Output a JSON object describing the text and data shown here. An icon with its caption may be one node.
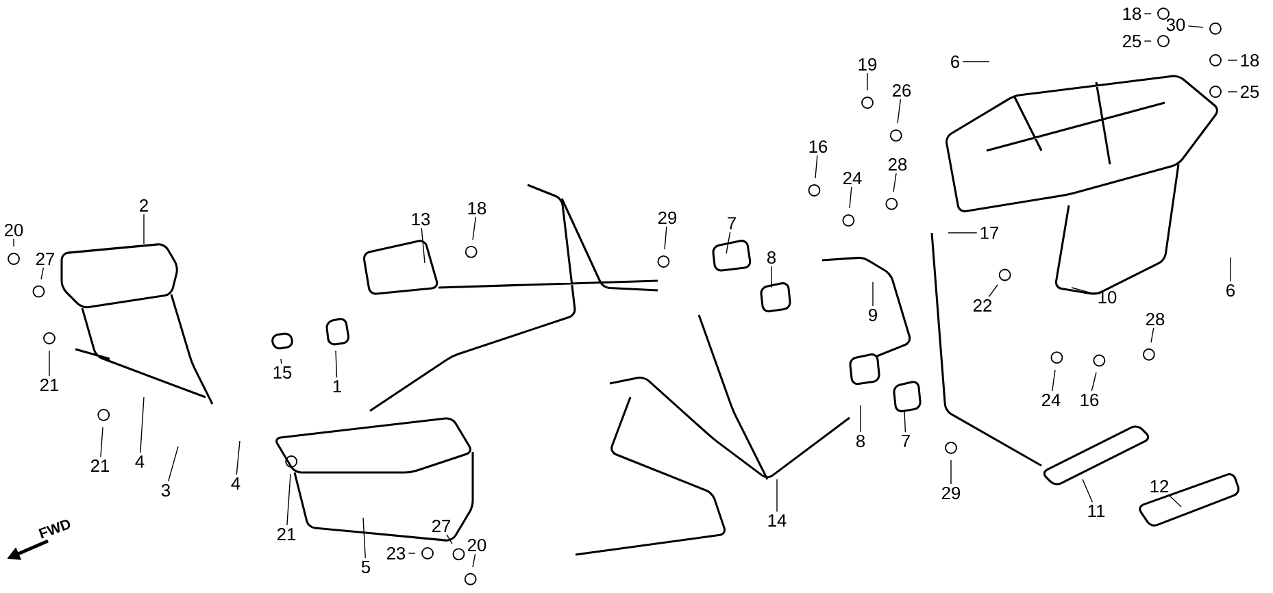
{
  "diagram": {
    "nodes": [
      {
        "text": [
          "18"
        ]
      },
      {
        "text": [
          "30"
        ]
      },
      {
        "text": [
          "25"
        ]
      },
      {
        "text": [
          "6"
        ]
      },
      {
        "text": [
          "19"
        ]
      },
      {
        "text": [
          "18"
        ]
      },
      {
        "text": [
          "26"
        ]
      },
      {
        "text": [
          "25"
        ]
      },
      {
        "text": [
          "16"
        ]
      },
      {
        "text": [
          "28"
        ]
      },
      {
        "text": [
          "24"
        ]
      },
      {
        "text": [
          "2"
        ]
      },
      {
        "text": [
          "18"
        ]
      },
      {
        "text": [
          "29"
        ]
      },
      {
        "text": [
          "13"
        ]
      },
      {
        "text": [
          "7"
        ]
      },
      {
        "text": [
          "17"
        ]
      },
      {
        "text": [
          "20"
        ]
      },
      {
        "text": [
          "8"
        ]
      },
      {
        "text": [
          "27"
        ]
      },
      {
        "text": [
          "6"
        ]
      },
      {
        "text": [
          "10"
        ]
      },
      {
        "text": [
          "22"
        ]
      },
      {
        "text": [
          "9"
        ]
      },
      {
        "text": [
          "28"
        ]
      },
      {
        "text": [
          "15"
        ]
      },
      {
        "text": [
          "21"
        ]
      },
      {
        "text": [
          "1"
        ]
      },
      {
        "text": [
          "24"
        ]
      },
      {
        "text": [
          "16"
        ]
      },
      {
        "text": [
          "8"
        ]
      },
      {
        "text": [
          "7"
        ]
      },
      {
        "text": [
          "4"
        ]
      },
      {
        "text": [
          "21"
        ]
      },
      {
        "text": [
          "4"
        ]
      },
      {
        "text": [
          "12"
        ]
      },
      {
        "text": [
          "3"
        ]
      },
      {
        "text": [
          "29"
        ]
      },
      {
        "text": [
          "11"
        ]
      },
      {
        "text": [
          "14"
        ]
      },
      {
        "text": [
          "27"
        ]
      },
      {
        "text": [
          "21"
        ]
      },
      {
        "text": [
          "20"
        ]
      },
      {
        "text": [
          "23"
        ]
      },
      {
        "text": [
          "5"
        ]
      }
    ],
    "edges": [
      {
        "from": 0,
        "to": null,
        "arrow": "none"
      },
      {
        "from": 1,
        "to": null,
        "arrow": "none"
      },
      {
        "from": 2,
        "to": null,
        "arrow": "none"
      },
      {
        "from": 3,
        "to": null,
        "arrow": "none"
      },
      {
        "from": 4,
        "to": null,
        "arrow": "none"
      },
      {
        "from": 5,
        "to": null,
        "arrow": "none"
      },
      {
        "from": 6,
        "to": null,
        "arrow": "none"
      },
      {
        "from": 7,
        "to": null,
        "arrow": "none"
      },
      {
        "from": 8,
        "to": null,
        "arrow": "none"
      },
      {
        "from": 9,
        "to": null,
        "arrow": "none"
      },
      {
        "from": 10,
        "to": null,
        "arrow": "none"
      },
      {
        "from": 11,
        "to": null,
        "arrow": "none"
      },
      {
        "from": 12,
        "to": null,
        "arrow": "none"
      },
      {
        "from": 13,
        "to": null,
        "arrow": "none"
      },
      {
        "from": 14,
        "to": null,
        "arrow": "none"
      },
      {
        "from": 15,
        "to": null,
        "arrow": "none"
      },
      {
        "from": 16,
        "to": null,
        "arrow": "none"
      },
      {
        "from": 17,
        "to": null,
        "arrow": "none"
      },
      {
        "from": 18,
        "to": null,
        "arrow": "none"
      },
      {
        "from": 19,
        "to": null,
        "arrow": "none"
      },
      {
        "from": 20,
        "to": null,
        "arrow": "none"
      },
      {
        "from": 21,
        "to": null,
        "arrow": "none"
      },
      {
        "from": 22,
        "to": null,
        "arrow": "none"
      },
      {
        "from": 23,
        "to": null,
        "arrow": "none"
      },
      {
        "from": 24,
        "to": null,
        "arrow": "none"
      },
      {
        "from": 25,
        "to": null,
        "arrow": "none"
      },
      {
        "from": 26,
        "to": null,
        "arrow": "none"
      },
      {
        "from": 27,
        "to": null,
        "arrow": "none"
      },
      {
        "from": 28,
        "to": null,
        "arrow": "none"
      },
      {
        "from": 29,
        "to": null,
        "arrow": "none"
      },
      {
        "from": 30,
        "to": null,
        "arrow": "none"
      },
      {
        "from": 31,
        "to": null,
        "arrow": "none"
      },
      {
        "from": 32,
        "to": null,
        "arrow": "none"
      },
      {
        "from": 33,
        "to": null,
        "arrow": "none"
      },
      {
        "from": 34,
        "to": null,
        "arrow": "none"
      },
      {
        "from": 35,
        "to": null,
        "arrow": "none"
      },
      {
        "from": 36,
        "to": null,
        "arrow": "none"
      },
      {
        "from": 37,
        "to": null,
        "arrow": "none"
      },
      {
        "from": 38,
        "to": null,
        "arrow": "none"
      },
      {
        "from": 39,
        "to": null,
        "arrow": "none"
      },
      {
        "from": 40,
        "to": null,
        "arrow": "none"
      },
      {
        "from": 41,
        "to": null,
        "arrow": "none"
      },
      {
        "from": 42,
        "to": null,
        "arrow": "none"
      },
      {
        "from": 43,
        "to": null,
        "arrow": "none"
      },
      {
        "from": 44,
        "to": null,
        "arrow": "none"
      }
    ],
    "labels": [
      "FWD"
    ]
  }
}
